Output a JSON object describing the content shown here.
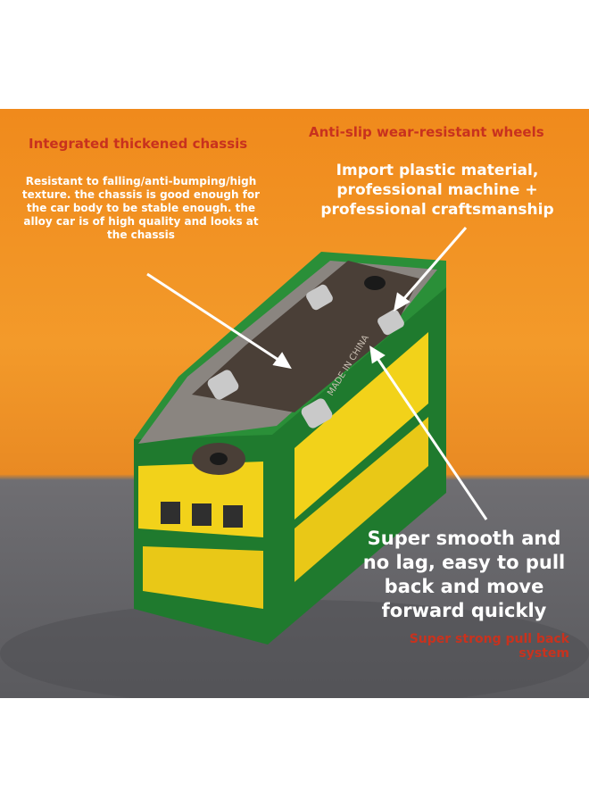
{
  "annotations": {
    "chassis_title": "Integrated thickened chassis",
    "chassis_desc": "Resistant to falling/anti-bumping/high texture. the chassis is good enough for the car body to be stable enough. the alloy car is of high quality and looks at the chassis",
    "wheels_title": "Anti-slip wear-resistant wheels",
    "wheels_desc": "Import plastic material, professional machine + professional craftsmanship",
    "pullback_desc": "Super smooth and no lag, easy to pull back and move forward quickly",
    "pullback_title": "Super strong pull back system"
  },
  "product": {
    "chassis_marking": "MADE IN CHINA"
  },
  "colors": {
    "background_orange": "#f08a1c",
    "tram_green": "#1f7a2e",
    "tram_yellow": "#f2d21a",
    "chassis_brown": "#4a3f37",
    "title_red": "#c8321e"
  }
}
